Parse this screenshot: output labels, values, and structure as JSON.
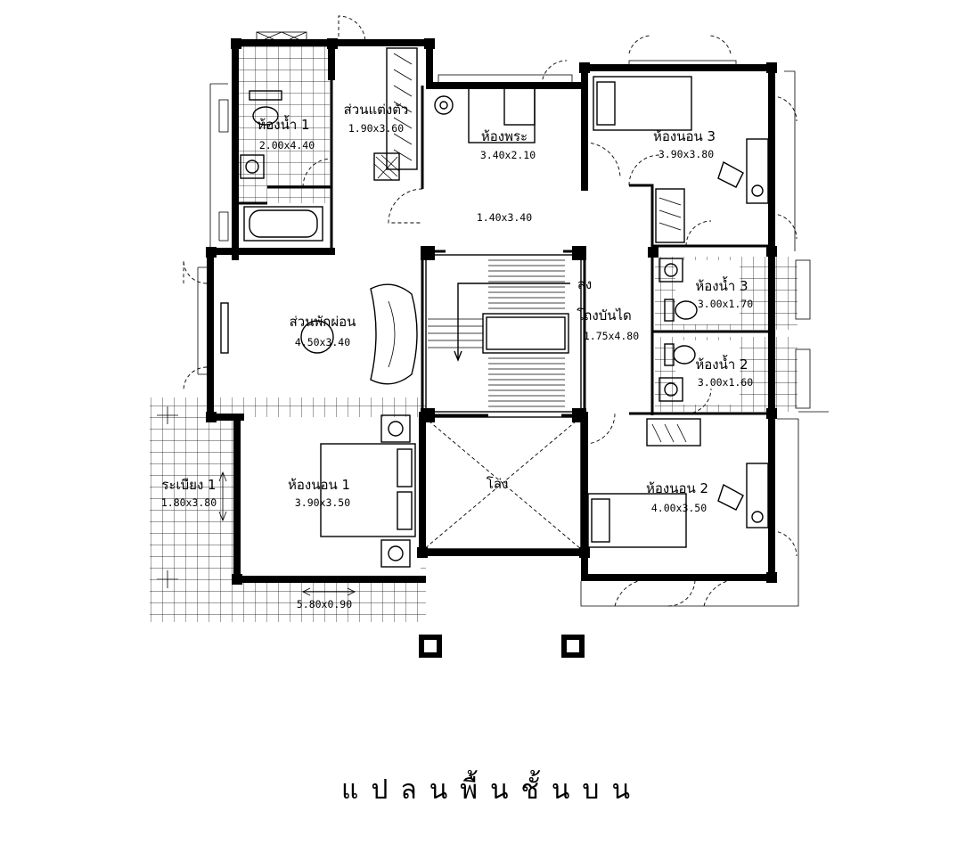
{
  "title": "แปลนพื้นชั้นบน",
  "rooms": {
    "dressing": {
      "name": "ส่วนแต่งตัว",
      "size": "1.90x3.60"
    },
    "bath1": {
      "name": "ห้องน้ำ 1",
      "size": "2.00x4.40"
    },
    "shrine": {
      "name": "ห้องพระ",
      "size": "3.40x2.10"
    },
    "bed3": {
      "name": "ห้องนอน 3",
      "size": "3.90x3.80"
    },
    "hall": {
      "size": "1.40x3.40"
    },
    "living": {
      "name": "ส่วนพักผ่อน",
      "size": "4.50x3.40"
    },
    "stair": {
      "name": "โถงบันได",
      "size": "1.75x4.80",
      "down_label": "ลง"
    },
    "bath3": {
      "name": "ห้องน้ำ 3",
      "size": "3.00x1.70"
    },
    "bath2": {
      "name": "ห้องน้ำ 2",
      "size": "3.00x1.60"
    },
    "balcony": {
      "name": "ระเบียง 1",
      "size": "1.80x3.80"
    },
    "bed1": {
      "name": "ห้องนอน 1",
      "size": "3.90x3.50"
    },
    "void": {
      "name": "โล่ง"
    },
    "bed2": {
      "name": "ห้องนอน 2",
      "size": "4.00x3.50"
    },
    "terrace": {
      "size": "5.80x0.90"
    }
  }
}
